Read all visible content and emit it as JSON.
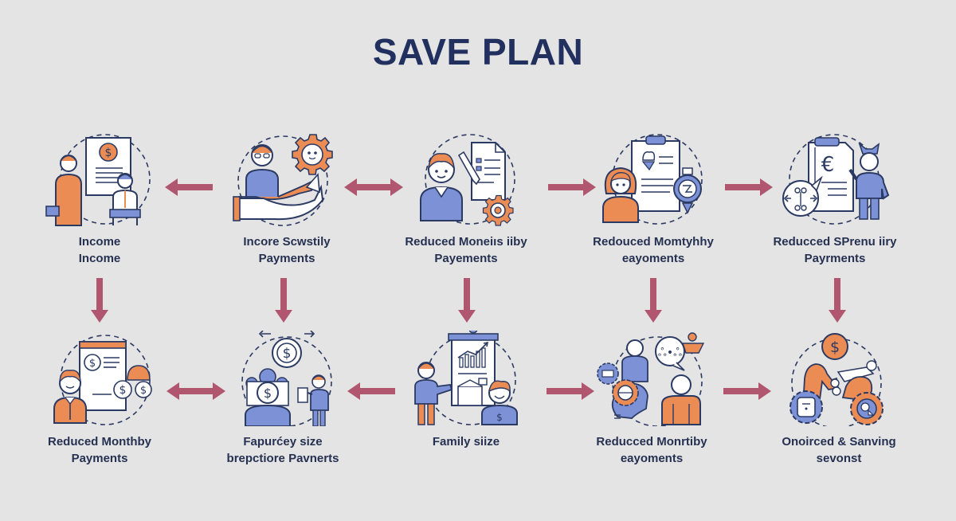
{
  "title": "SAVE PLAN",
  "colors": {
    "background": "#e4e4e4",
    "title": "#22305f",
    "text": "#263152",
    "arrow": "#b0566f",
    "orange": "#ec8c55",
    "blue": "#7d92d6",
    "outline": "#2b3a63"
  },
  "top_row": [
    {
      "icon": "business-people-contract-icon",
      "line1": "Income",
      "line2": "Income"
    },
    {
      "icon": "person-gear-handshake-icon",
      "line1": "Incore Scwstily",
      "line2": "Payments"
    },
    {
      "icon": "person-document-gear-icon",
      "line1": "Reduced Moneiıs iiby",
      "line2": "Payements"
    },
    {
      "icon": "woman-clipboard-scale-icon",
      "line1": "Redouced Momtyhhy",
      "line2": "eayoments"
    },
    {
      "icon": "euro-document-person-chat-icon",
      "line1": "Reducced SPrenu iiry",
      "line2": "Payrments"
    }
  ],
  "bottom_row": [
    {
      "icon": "person-dollar-coins-document-icon",
      "line1": "Reduced Monthby",
      "line2": "Payments"
    },
    {
      "icon": "dollar-people-exchange-icon",
      "line1": "Fapurćey size",
      "line2": "brepctiore Pavnerts"
    },
    {
      "icon": "family-chart-board-icon",
      "line1": "Family siize",
      "line2": ""
    },
    {
      "icon": "people-gear-chat-icon",
      "line1": "Reducced Monrtiby",
      "line2": "eayoments"
    },
    {
      "icon": "handshake-dollar-gears-icon",
      "line1": "Onoirced & Sanving",
      "line2": "sevonst"
    }
  ],
  "horizontal_arrows": {
    "top": [
      "left",
      "both",
      "right",
      "right"
    ],
    "bottom": [
      "both",
      "left",
      "right",
      "right"
    ]
  },
  "vertical_arrows": [
    "down",
    "down",
    "down",
    "down",
    "down"
  ]
}
